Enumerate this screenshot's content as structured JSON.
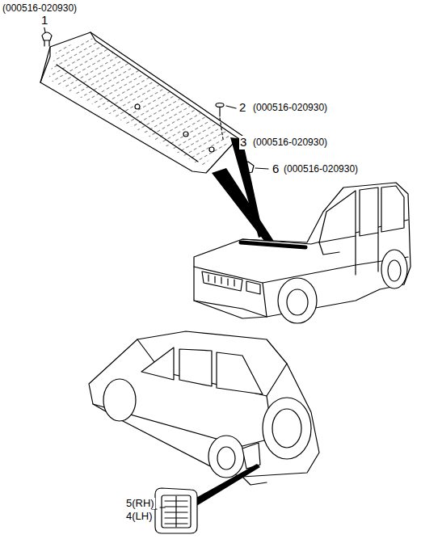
{
  "diagram": {
    "labels": [
      "(000516-020930)",
      "1",
      "2",
      "(000516-020930)",
      "3",
      "(000516-020930)",
      "6",
      "(000516-020930)",
      "5(RH)",
      "4(LH)"
    ]
  }
}
